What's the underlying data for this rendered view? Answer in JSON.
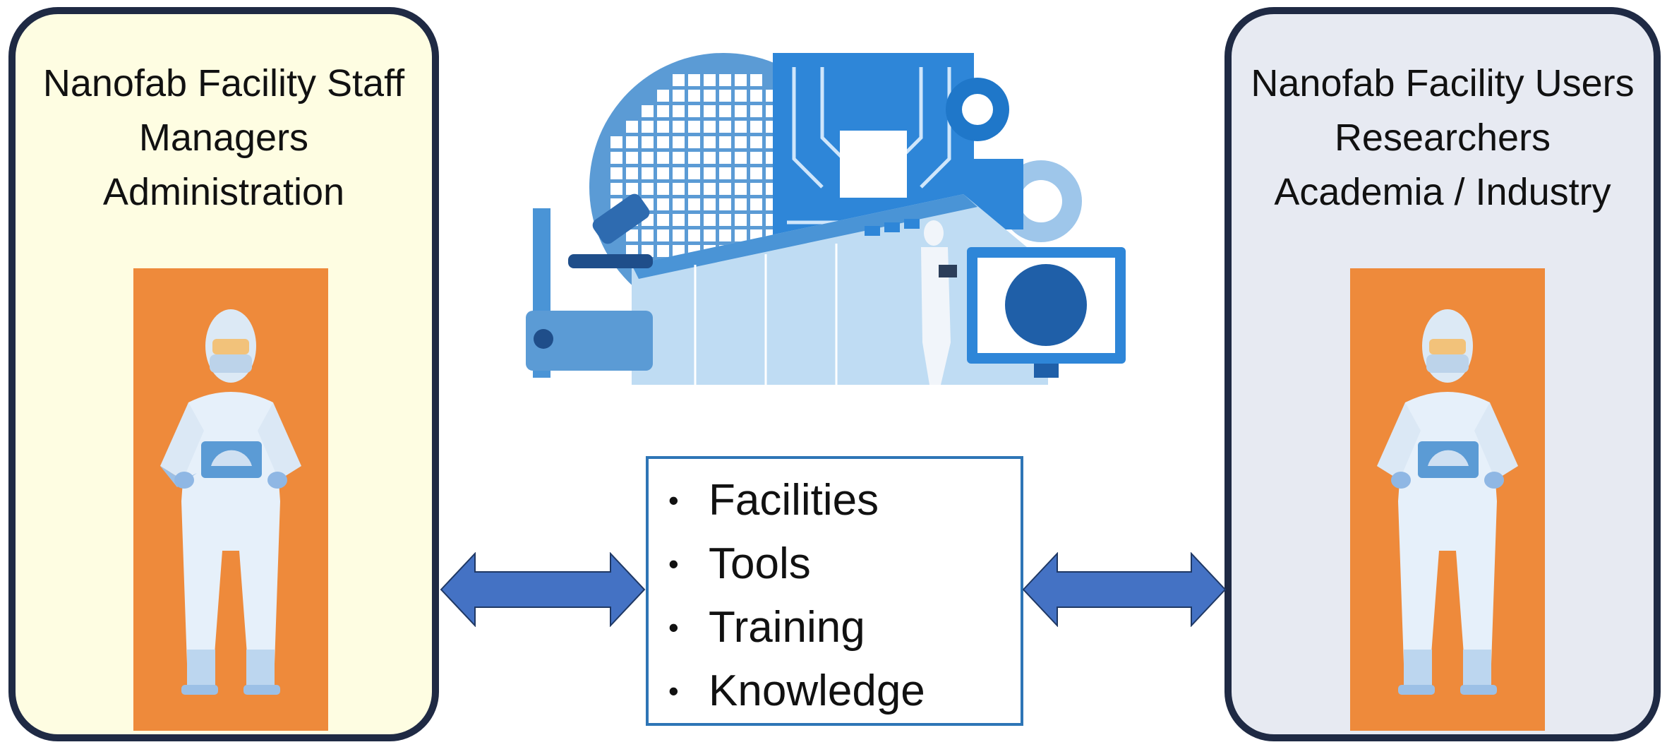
{
  "left_panel": {
    "lines": [
      "Nanofab Facility Staff",
      "Managers",
      "Administration"
    ]
  },
  "right_panel": {
    "lines": [
      "Nanofab Facility Users",
      "Researchers",
      "Academia / Industry"
    ]
  },
  "center_box": {
    "bullet_symbol": "•",
    "items": [
      "Facilities",
      "Tools",
      "Training",
      "Knowledge"
    ]
  },
  "colors": {
    "left_panel_bg": "#fefde2",
    "right_panel_bg": "#e7eaf2",
    "panel_border": "#1f2a44",
    "figure_bg": "#ee8a3b",
    "arrow_fill": "#4472c4",
    "box_border": "#2e75b6"
  }
}
